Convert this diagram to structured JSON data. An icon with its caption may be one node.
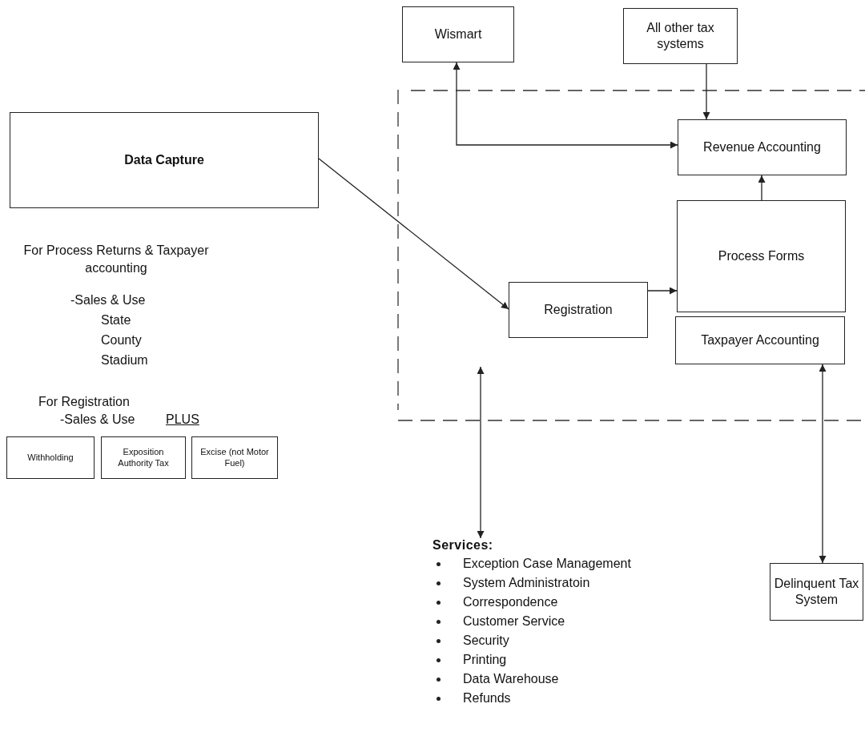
{
  "diagram": {
    "nodes": [
      {
        "text": [
          "Wismart"
        ]
      },
      {
        "text": [
          "All other tax systems"
        ]
      },
      {
        "text": [
          "Data Capture"
        ]
      },
      {
        "text": [
          "Revenue Accounting"
        ]
      },
      {
        "text": [
          "Registration"
        ]
      },
      {
        "text": [
          "Process Forms"
        ]
      },
      {
        "text": [
          "Taxpayer Accounting"
        ]
      },
      {
        "text": [
          "Withholding"
        ]
      },
      {
        "text": [
          "Exposition Authority Tax"
        ]
      },
      {
        "text": [
          "Excise (not Motor Fuel)"
        ]
      },
      {
        "text": [
          "Delinquent Tax System"
        ]
      },
      {
        "text": [
          "Services:",
          "Exception Case Management",
          "System Administratoin",
          "Correspondence",
          "Customer Service",
          "Security",
          "Printing",
          "Data Warehouse",
          "Refunds"
        ]
      }
    ],
    "edges": [
      {
        "from": 0,
        "to": 3,
        "arrow": "both"
      },
      {
        "from": 1,
        "to": 3,
        "arrow": "to"
      },
      {
        "from": 2,
        "to": 4,
        "arrow": "to"
      },
      {
        "from": 4,
        "to": 5,
        "arrow": "to"
      },
      {
        "from": 5,
        "to": 3,
        "arrow": "to"
      },
      {
        "from": 10,
        "to": 6,
        "arrow": "both"
      },
      {
        "from": null,
        "to": 11,
        "arrow": "both"
      }
    ],
    "labels": [
      "For Process Returns & Taxpayer accounting",
      "-Sales & Use",
      "State",
      "County",
      "Stadium",
      "For Registration",
      "-Sales & Use",
      "PLUS"
    ]
  }
}
